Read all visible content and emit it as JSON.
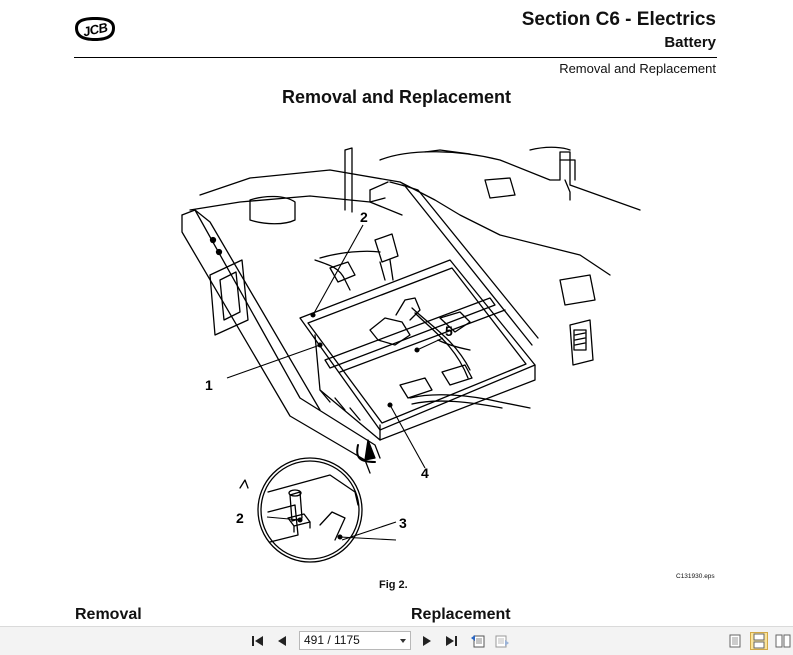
{
  "header": {
    "brand": "JCB",
    "section_title": "Section C6 - Electrics",
    "section_subtitle": "Battery",
    "breadcrumb": "Removal and Replacement"
  },
  "main": {
    "heading": "Removal and Replacement",
    "figure": {
      "callouts": [
        "1",
        "2",
        "3",
        "4",
        "5"
      ],
      "inset_callouts": [
        "2",
        "3"
      ],
      "caption": "Fig 2.",
      "file_ref": "C131930.eps"
    },
    "columns": {
      "left_heading": "Removal",
      "right_heading": "Replacement"
    }
  },
  "viewer_toolbar": {
    "page_indicator": "491 / 1175",
    "icons": [
      "first-page-icon",
      "prev-page-icon",
      "next-page-icon",
      "last-page-icon",
      "go-back-icon",
      "go-forward-icon",
      "single-page-view-icon",
      "continuous-view-icon",
      "facing-view-icon"
    ]
  }
}
